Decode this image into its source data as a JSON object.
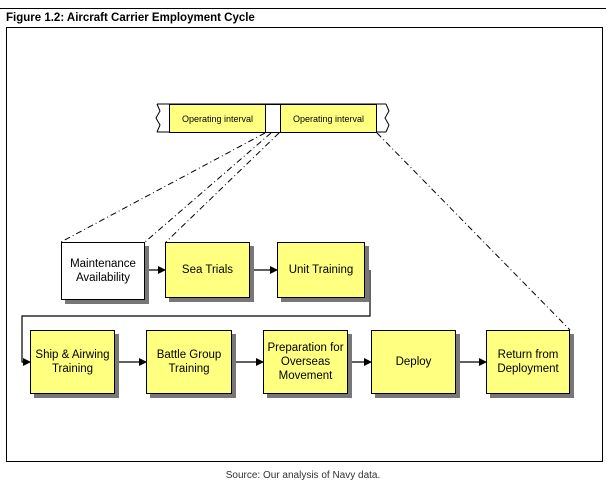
{
  "figure": {
    "title": "Figure 1.2: Aircraft Carrier Employment Cycle",
    "source": "Source: Our analysis of Navy data."
  },
  "timeline": {
    "intervals": [
      "Operating interval",
      "Operating interval"
    ]
  },
  "steps": {
    "maintenance": "Maintenance Availability",
    "sea_trials": "Sea Trials",
    "unit_training": "Unit Training",
    "ship_airwing": "Ship & Airwing Training",
    "battle_group": "Battle Group Training",
    "preparation": "Preparation for Overseas Movement",
    "deploy": "Deploy",
    "return": "Return from Deployment"
  },
  "colors": {
    "box_fill": "#ffff80",
    "box_shadow": "#777777",
    "maintenance_fill": "#ffffff"
  }
}
